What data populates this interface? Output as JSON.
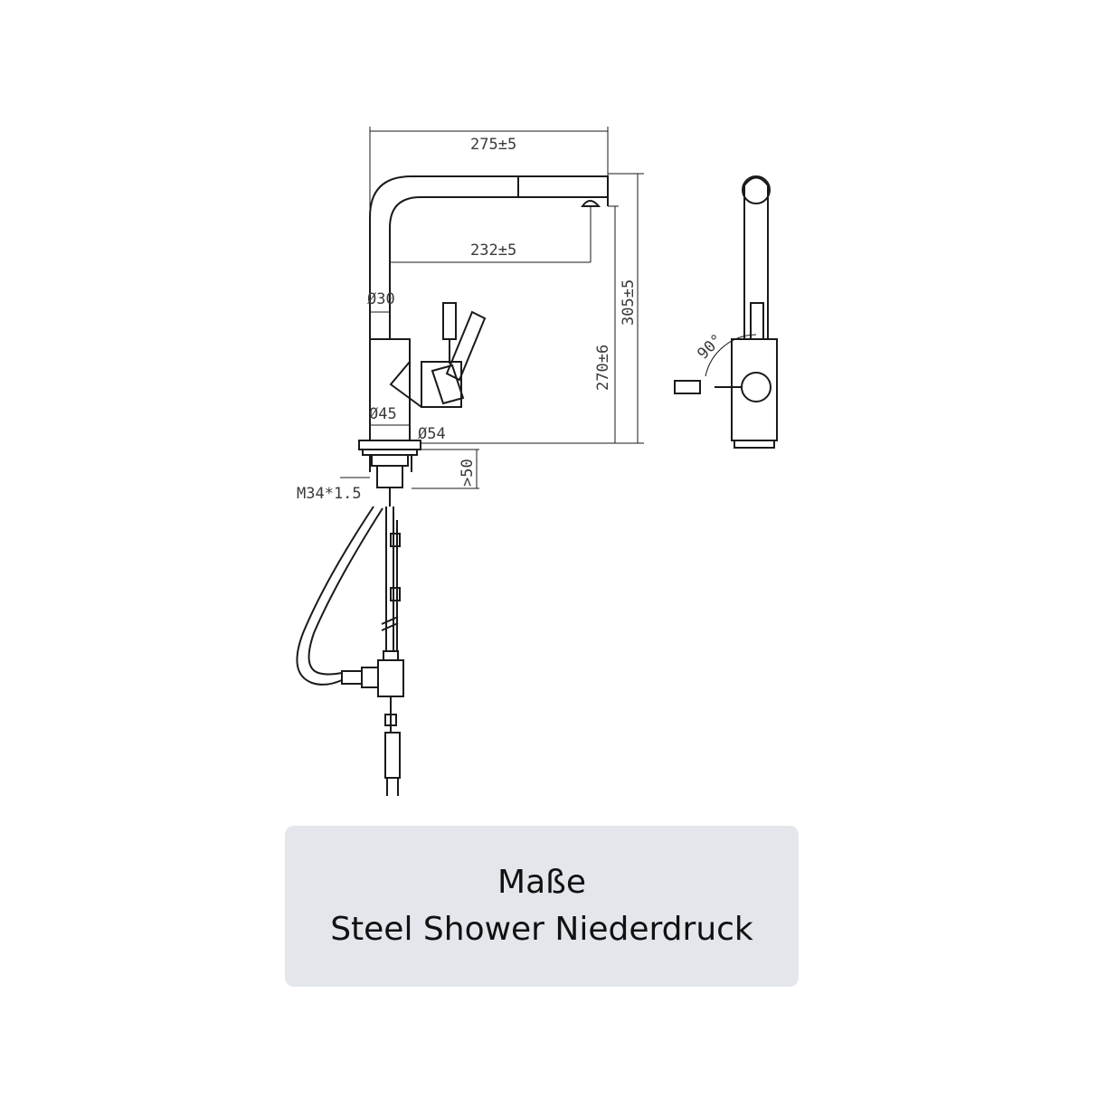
{
  "drawing": {
    "dimensions": {
      "width_total": "275±5",
      "spout_reach": "232±5",
      "height_total": "305±5",
      "height_spout": "270±6",
      "dia_spout": "Ø30",
      "dia_body": "Ø45",
      "dia_base": "Ø54",
      "depth_min": ">50",
      "thread": "M34*1.5",
      "lever_angle": "90°"
    }
  },
  "caption": {
    "line1": "Maße",
    "line2": "Steel Shower Niederdruck"
  }
}
